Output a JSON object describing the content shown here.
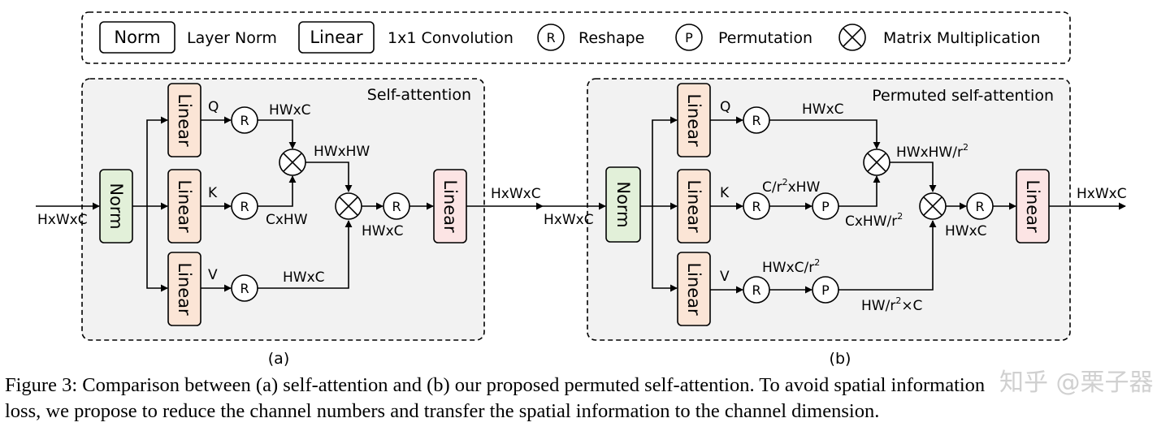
{
  "legend": {
    "norm_box": "Norm",
    "norm_desc": "Layer Norm",
    "linear_box": "Linear",
    "linear_desc": "1x1 Convolution",
    "reshape_sym": "R",
    "reshape_desc": "Reshape",
    "perm_sym": "P",
    "perm_desc": "Permutation",
    "matmul_desc": "Matrix Multiplication"
  },
  "panel_a": {
    "title": "Self-attention",
    "sublabel": "(a)",
    "norm": "Norm",
    "linear": "Linear",
    "input": "HxWxC",
    "output": "HxWxC",
    "q": "Q",
    "k": "K",
    "v": "V",
    "q_shape": "HWxC",
    "k_shape": "CxHW",
    "attn_shape": "HWxHW",
    "v_shape": "HWxC",
    "out_shape": "HWxC"
  },
  "panel_b": {
    "title": "Permuted self-attention",
    "sublabel": "(b)",
    "norm": "Norm",
    "linear": "Linear",
    "input": "HxWxC",
    "output": "HxWxC",
    "q": "Q",
    "k": "K",
    "v": "V",
    "q_shape": "HWxC",
    "k_shape_pre": "C/r",
    "k_shape_sup": "2",
    "k_shape_post": "xHW",
    "k_perm_pre": "CxHW/r",
    "k_perm_sup": "2",
    "attn_pre": "HWxHW/r",
    "attn_sup": "2",
    "v_shape_pre": "HWxC/r",
    "v_shape_sup": "2",
    "v_perm_pre": "HW/r",
    "v_perm_sup": "2",
    "v_perm_post": "×C",
    "out_shape": "HWxC"
  },
  "caption": {
    "line1": "Figure 3: Comparison between (a) self-attention and (b) our proposed permuted self-attention. To avoid spatial information",
    "line2": "loss, we propose to reduce the channel numbers and transfer the spatial information to the channel dimension."
  },
  "watermark": "知乎 @栗子器",
  "colors": {
    "norm_fill": "#e2f0d9",
    "linear_fill": "#fbe5d6",
    "final_linear_fill": "#fce4e4",
    "panel_fill": "#f2f2f2"
  }
}
